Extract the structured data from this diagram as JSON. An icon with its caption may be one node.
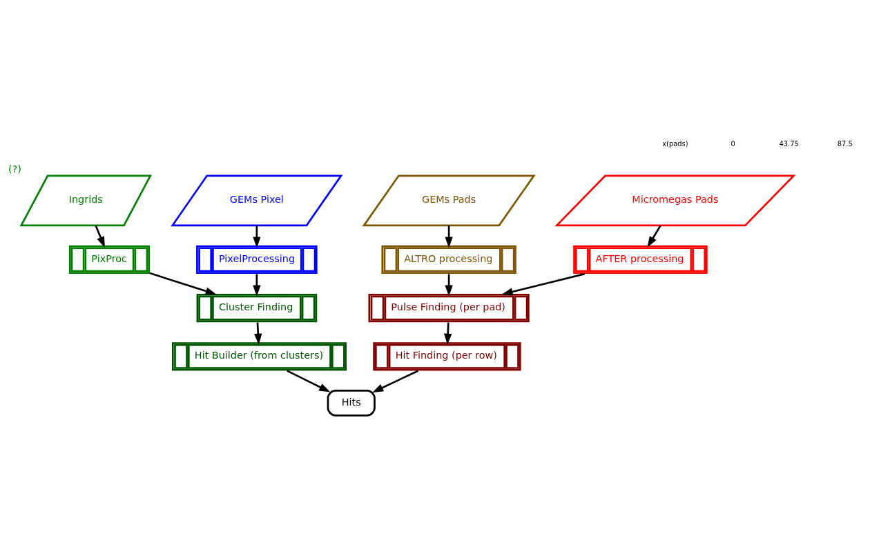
{
  "diagram": {
    "nodes": [
      {
        "text": [
          "Micromegas Pads"
        ]
      },
      {
        "text": [
          "GEMs Pads"
        ]
      },
      {
        "text": [
          "Ingrids"
        ],
        "beside": [
          "(?)"
        ]
      },
      {
        "text": [
          "GEMs Pixel"
        ]
      },
      {
        "text": [
          "AFTER processing"
        ]
      },
      {
        "text": [
          "ALTRO processing"
        ]
      },
      {
        "text": [
          "PixProc"
        ]
      },
      {
        "text": [
          "PixelProcessing"
        ]
      },
      {
        "text": [
          "Pulse Finding (per pad)"
        ]
      },
      {
        "text": [
          "Cluster Finding"
        ]
      },
      {
        "text": [
          "Hit Finding (per row)"
        ]
      },
      {
        "text": [
          "Hit Builder (from clusters)"
        ]
      },
      {
        "text": [
          "Hits"
        ]
      }
    ],
    "edges": [
      {
        "from": 0,
        "to": 4,
        "arrow": "to"
      },
      {
        "from": 1,
        "to": 5,
        "arrow": "to"
      },
      {
        "from": 2,
        "to": 6,
        "arrow": "to"
      },
      {
        "from": 3,
        "to": 7,
        "arrow": "to"
      },
      {
        "from": 4,
        "to": 8,
        "arrow": "to"
      },
      {
        "from": 5,
        "to": 8,
        "arrow": "to"
      },
      {
        "from": 6,
        "to": 9,
        "arrow": "to"
      },
      {
        "from": 7,
        "to": 9,
        "arrow": "to"
      },
      {
        "from": 8,
        "to": 10,
        "arrow": "to"
      },
      {
        "from": 9,
        "to": 11,
        "arrow": "to"
      },
      {
        "from": 10,
        "to": 12,
        "arrow": "to"
      },
      {
        "from": 11,
        "to": 12,
        "arrow": "to"
      }
    ],
    "labels": [
      "x(pads)",
      "0",
      "43.75",
      "87.5"
    ]
  }
}
